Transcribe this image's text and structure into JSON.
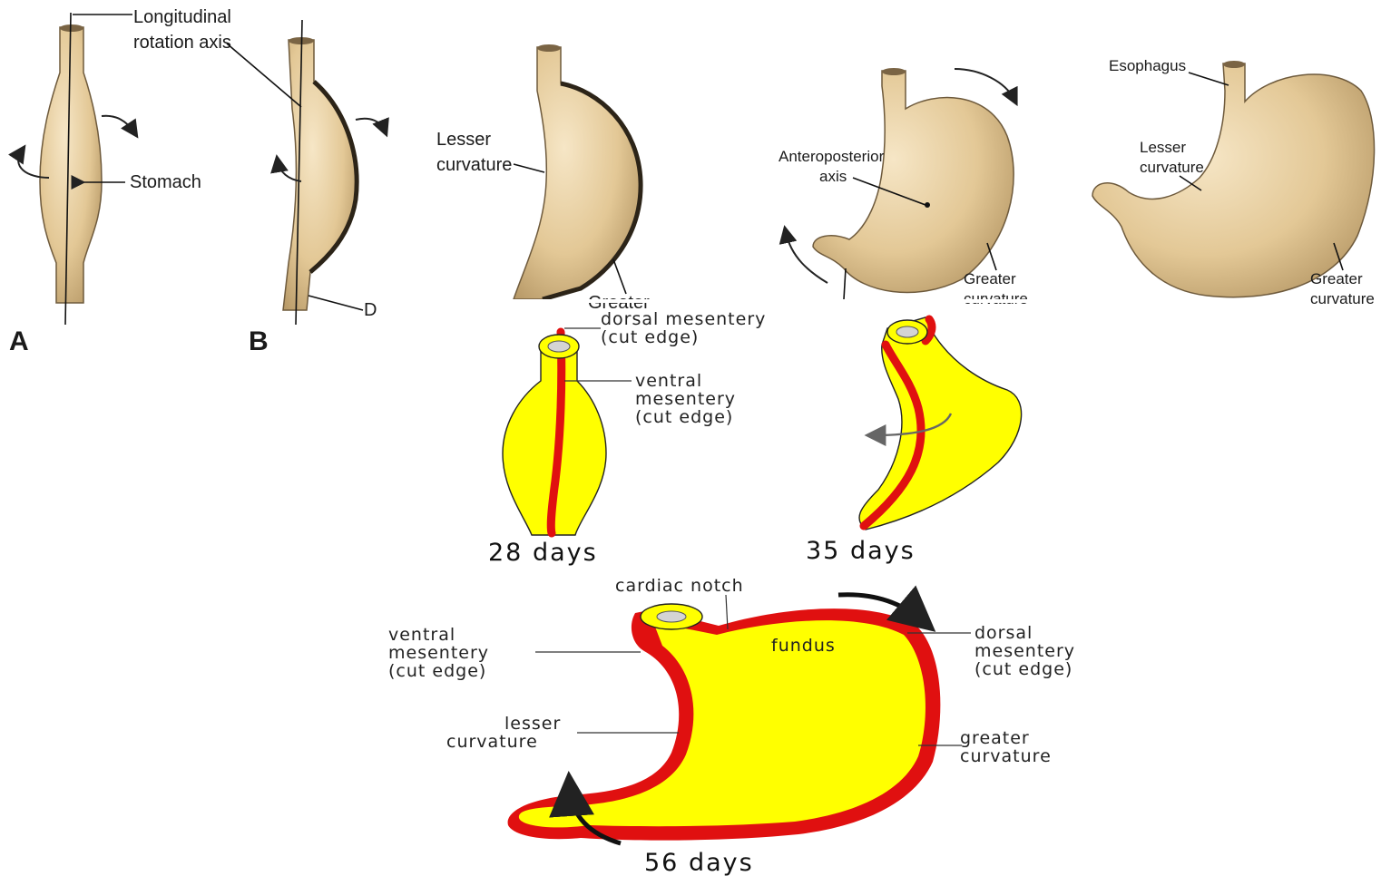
{
  "top_panel": {
    "axis_label_line1": "Longitudinal",
    "axis_label_line2": "rotation axis",
    "stomach": "Stomach",
    "panel_a": "A",
    "panel_b": "B",
    "d_label": "D",
    "lesser_curvature_1": "Lesser",
    "lesser_curvature_2": "curvature",
    "greater_cut_1": "Greater",
    "ap_axis_1": "Anteroposterior",
    "ap_axis_2": "axis",
    "greater_curvature_c1": "Greater",
    "greater_curvature_c2": "curvature",
    "esophagus": "Esophagus",
    "lesser_curvature_d1": "Lesser",
    "lesser_curvature_d2": "curvature",
    "greater_curvature_d1": "Greater",
    "greater_curvature_d2": "curvature"
  },
  "bottom_panel": {
    "dorsal_mesentery_1": "dorsal mesentery",
    "dorsal_mesentery_2": "(cut edge)",
    "ventral_mesentery_1": "ventral",
    "ventral_mesentery_2": "mesentery",
    "ventral_mesentery_3": "(cut edge)",
    "days_28": "28 days",
    "days_35": "35 days",
    "cardiac_notch": "cardiac notch",
    "fundus": "fundus",
    "ventral_56_1": "ventral",
    "ventral_56_2": "mesentery",
    "ventral_56_3": "(cut edge)",
    "dorsal_56_1": "dorsal",
    "dorsal_56_2": "mesentery",
    "dorsal_56_3": "(cut edge)",
    "lesser_56_1": "lesser",
    "lesser_56_2": "curvature",
    "greater_56_1": "greater",
    "greater_56_2": "curvature",
    "days_56": "56 days"
  },
  "colors": {
    "stomach_tan": "#e7cfa0",
    "mesentery_red": "#e01010",
    "stomach_yellow": "#ffff00"
  }
}
